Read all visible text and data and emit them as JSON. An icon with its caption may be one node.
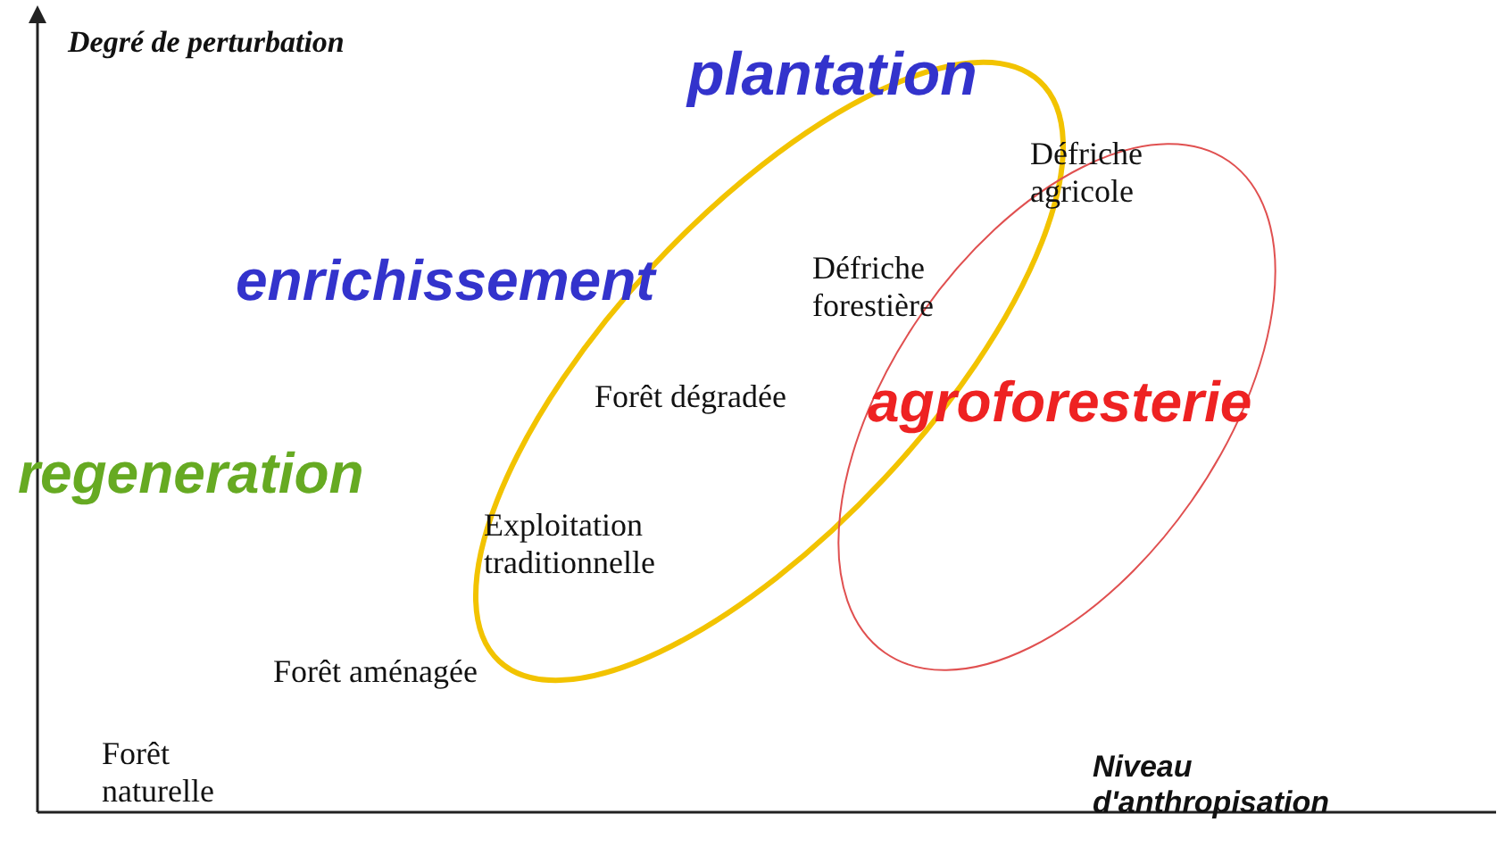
{
  "diagram": {
    "labels": [
      "Degré de perturbation",
      "plantation",
      "Défriche agricole",
      "enrichissement",
      "Défriche forestière",
      "Forêt dégradée",
      "agroforesterie",
      "regeneration",
      "Exploitation traditionnelle",
      "Forêt aménagée",
      "Forêt naturelle",
      "Niveau d'anthropisation"
    ]
  }
}
